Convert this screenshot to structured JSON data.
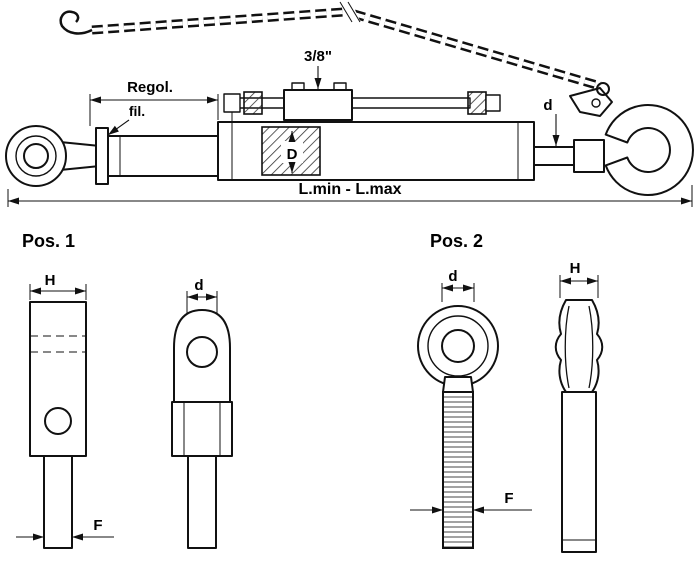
{
  "page": {
    "background": "#ffffff",
    "ink_color": "#111111"
  },
  "main_view": {
    "hose_size_label": "3/8\"",
    "adjustment_label": "Regol.",
    "thread_label": "fil.",
    "bore_label": "D",
    "rod_diameter_label": "d",
    "length_label": "L.min - L.max"
  },
  "pos1": {
    "title": "Pos. 1",
    "width_label": "H",
    "pin_diameter_label": "d",
    "shaft_label": "F"
  },
  "pos2": {
    "title": "Pos. 2",
    "ball_diameter_label": "d",
    "width_label": "H",
    "shaft_label": "F"
  }
}
